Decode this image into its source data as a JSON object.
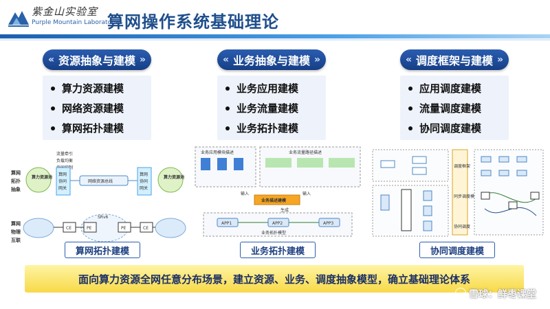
{
  "header": {
    "logo_cn": "紫金山实验室",
    "logo_en": "Purple Mountain Laboratories",
    "title": "算网操作系统基础理论"
  },
  "columns": [
    {
      "heading": "资源抽象与建模",
      "bullets": [
        "算力资源建模",
        "网络资源建模",
        "算网拓扑建模"
      ],
      "caption": "算网拓扑建模"
    },
    {
      "heading": "业务抽象与建模",
      "bullets": [
        "业务应用建模",
        "业务流量建模",
        "业务拓扑建模"
      ],
      "caption": "业务拓扑建模"
    },
    {
      "heading": "调度框架与建模",
      "bullets": [
        "应用调度建模",
        "流量调度建模",
        "协同调度建模"
      ],
      "caption": "协同调度建模"
    }
  ],
  "diagram1": {
    "side_top": [
      "算网",
      "拓扑",
      "抽象"
    ],
    "side_bottom": [
      "算网",
      "物理",
      "互联"
    ],
    "left_node": "算力资源池",
    "left_gw": [
      "算网",
      "协同",
      "网关"
    ],
    "bus": "网络资源总线",
    "right_gw": [
      "算网",
      "协同",
      "网关"
    ],
    "right_node": "算力资源池",
    "notes": [
      "流量牵引",
      "负载均衡",
      "协同控制"
    ],
    "ce": "CE",
    "pe": "PE",
    "core": "SRv6"
  },
  "diagram2": {
    "box_left_title": "业务应用模块描述",
    "box_right_title": "业务流量路径描述",
    "flow_label": "业务描述建模",
    "input_label": "输入",
    "gen_label": "生成",
    "apps": [
      "APP1",
      "APP2",
      "APP3"
    ],
    "bottom_title": "业务拓扑模型"
  },
  "diagram3": {
    "center_text": [
      "调度框架",
      "同步调度模型",
      "协同调度"
    ]
  },
  "bottom_banner": "面向算力资源全网任意分布场景，建立资源、业务、调度抽象模型，确立基础理论体系",
  "watermark": "雪球：鲜枣课堂",
  "colors": {
    "brand_blue": "#1f4e8c",
    "banner_yellow": "#f7d948"
  }
}
